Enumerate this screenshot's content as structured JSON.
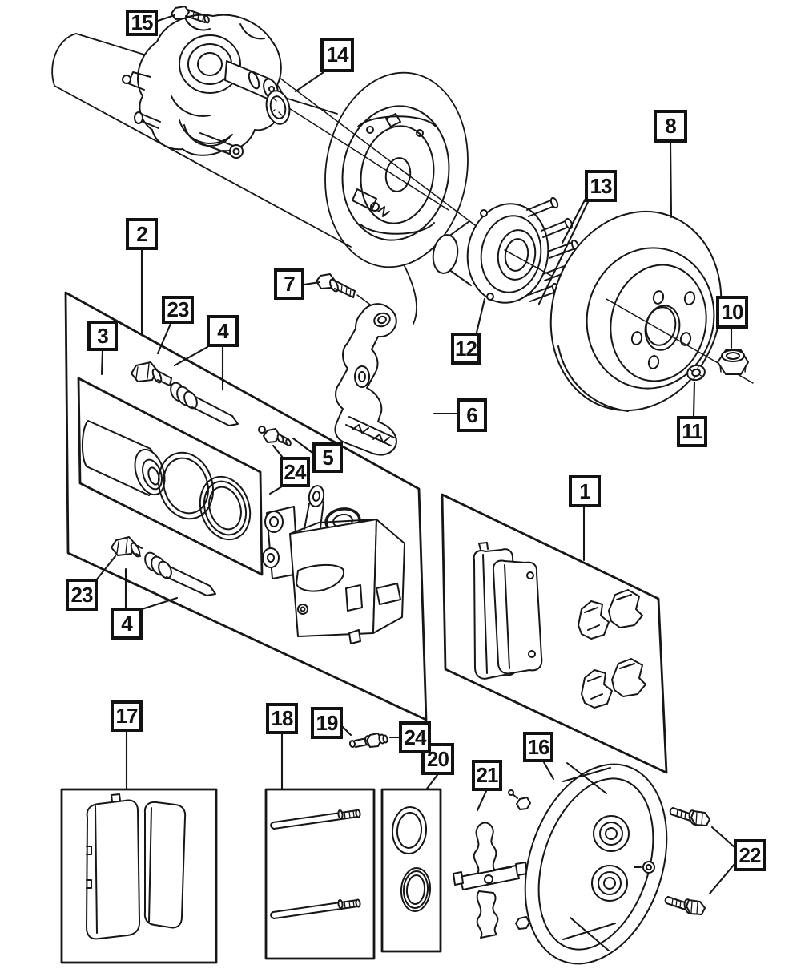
{
  "colors": {
    "background": "#ffffff",
    "line": "#161616"
  },
  "diagram": {
    "callouts": [
      {
        "id": "1",
        "label": "1"
      },
      {
        "id": "2",
        "label": "2"
      },
      {
        "id": "3",
        "label": "3"
      },
      {
        "id": "4a",
        "label": "4"
      },
      {
        "id": "4b",
        "label": "4"
      },
      {
        "id": "5",
        "label": "5"
      },
      {
        "id": "6",
        "label": "6"
      },
      {
        "id": "7",
        "label": "7"
      },
      {
        "id": "8",
        "label": "8"
      },
      {
        "id": "10",
        "label": "10"
      },
      {
        "id": "11",
        "label": "11"
      },
      {
        "id": "12",
        "label": "12"
      },
      {
        "id": "13",
        "label": "13"
      },
      {
        "id": "14",
        "label": "14"
      },
      {
        "id": "15",
        "label": "15"
      },
      {
        "id": "16",
        "label": "16"
      },
      {
        "id": "17",
        "label": "17"
      },
      {
        "id": "18",
        "label": "18"
      },
      {
        "id": "19",
        "label": "19"
      },
      {
        "id": "20",
        "label": "20"
      },
      {
        "id": "21",
        "label": "21"
      },
      {
        "id": "22",
        "label": "22"
      },
      {
        "id": "23a",
        "label": "23"
      },
      {
        "id": "23b",
        "label": "23"
      },
      {
        "id": "24a",
        "label": "24"
      },
      {
        "id": "24b",
        "label": "24"
      }
    ],
    "parts": [
      "rear-axle-actuator",
      "actuator-bolt",
      "thrust-washer",
      "park-brake-backing-plate",
      "hub-and-bearing",
      "wheel-studs",
      "brake-rotor",
      "hub-nut",
      "retainer-washer",
      "caliper-adapter",
      "adapter-bolt",
      "caliper-housing",
      "bleeder-screw",
      "piston-and-seal-kit",
      "guide-pin-bolt",
      "guide-pin",
      "brake-pad-and-clip-kit",
      "brake-pads",
      "guide-pins",
      "piston-seals",
      "anti-rattle-spring",
      "performance-caliper",
      "caliper-bolts"
    ]
  }
}
